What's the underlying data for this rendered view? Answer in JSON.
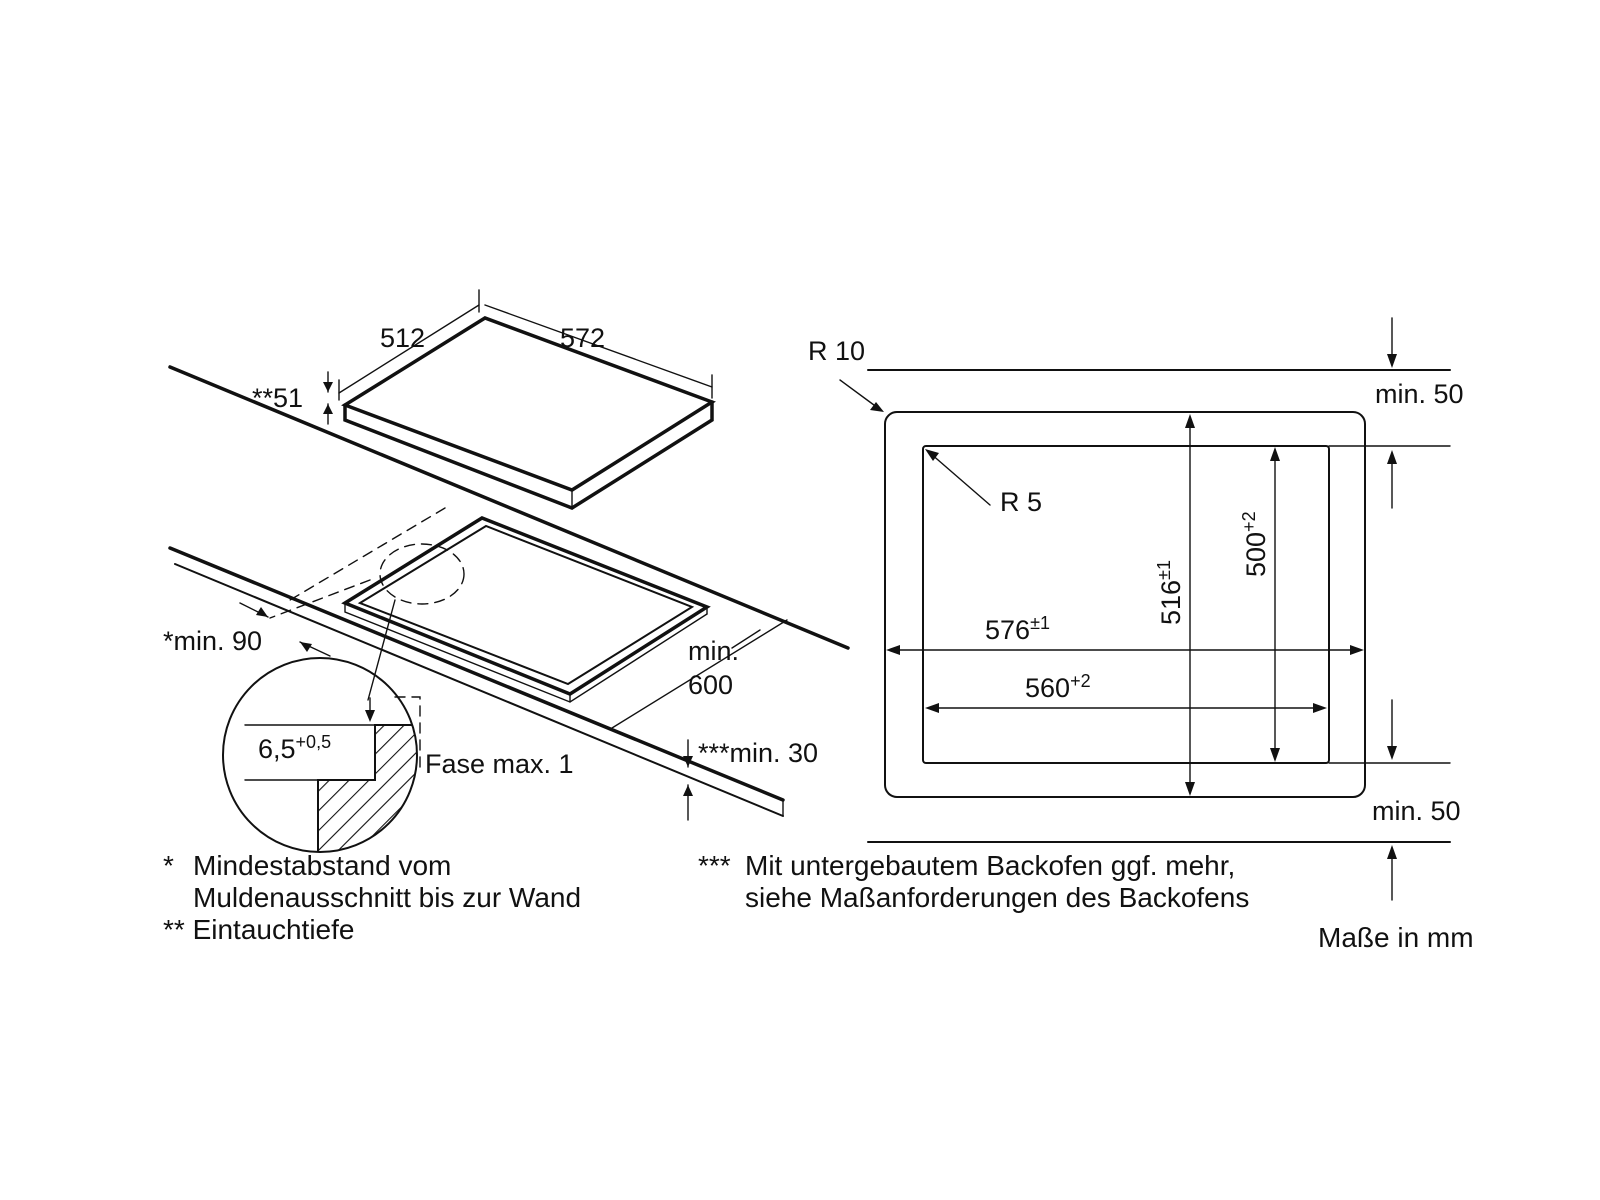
{
  "labels": {
    "hob_depth": "512",
    "hob_width": "572",
    "insert_depth": "**51",
    "min_wall": "*min. 90",
    "min_600_a": "min.",
    "min_600_b": "600",
    "bevel_base": "6,5",
    "bevel_sup": "+0,5",
    "bevel_note": "Fase max. 1",
    "min_30": "***min. 30",
    "r10": "R 10",
    "r5": "R 5",
    "min50_top": "min. 50",
    "min50_bottom": "min. 50",
    "w576_base": "576",
    "w576_sup": "±1",
    "w560_base": "560",
    "w560_sup": "+2",
    "h516_base": "516",
    "h516_sup": "±1",
    "h500_base": "500",
    "h500_sup": "+2"
  },
  "footnotes": {
    "star1_mark": "*",
    "star1_line1": "Mindestabstand vom",
    "star1_line2": "Muldenausschnitt bis zur Wand",
    "star2": "** Eintauchtiefe",
    "star3_mark": "***",
    "star3_line1": "Mit untergebautem Backofen ggf. mehr,",
    "star3_line2": "siehe Maßanforderungen des Backofens",
    "units": "Maße in mm"
  }
}
